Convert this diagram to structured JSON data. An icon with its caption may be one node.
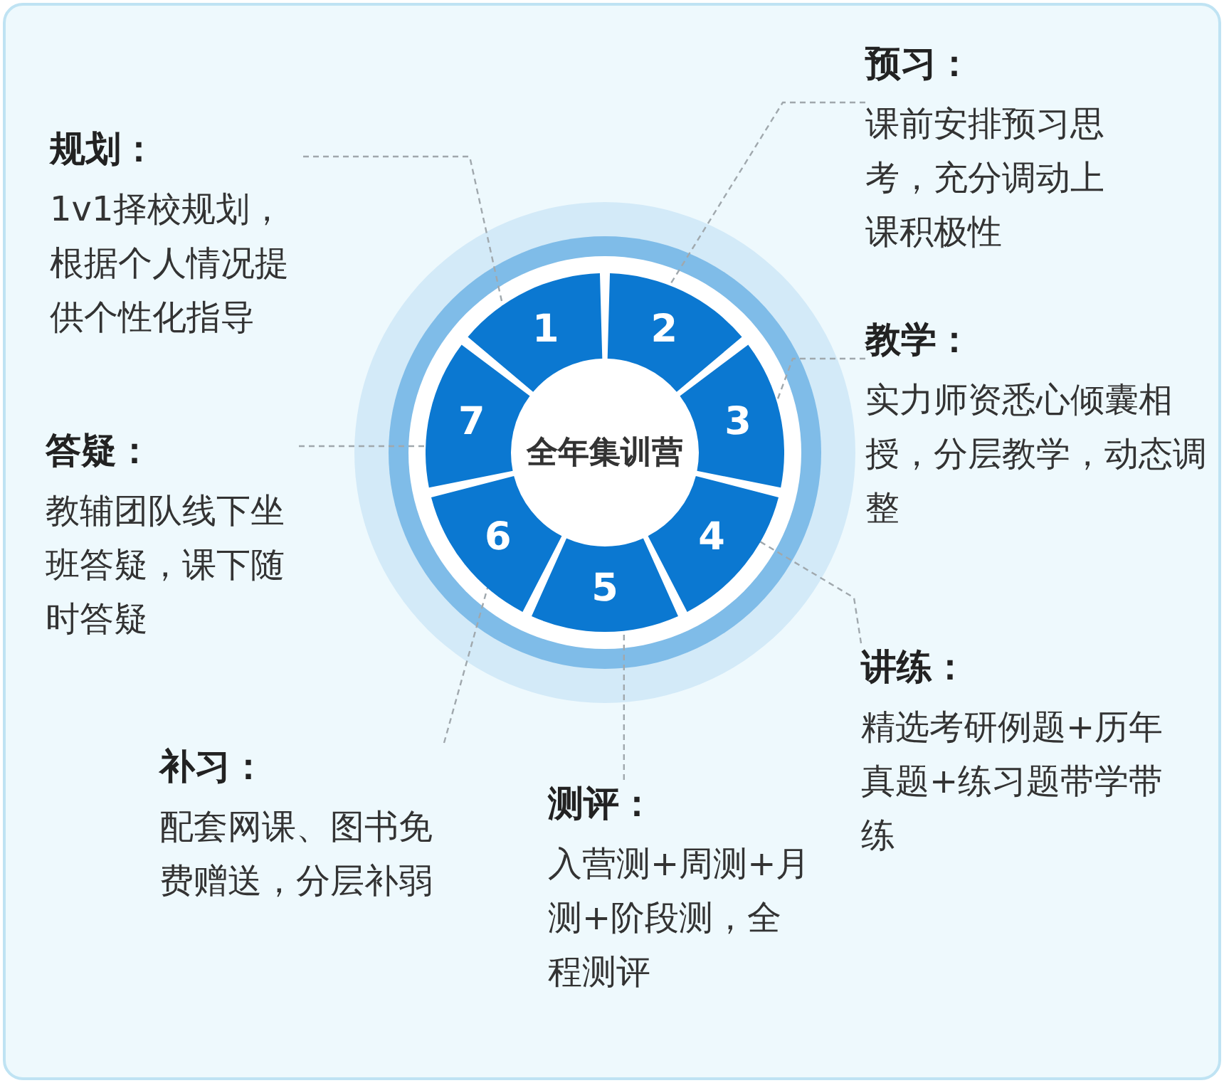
{
  "diagram": {
    "nodes": [
      {
        "text": [
          "全年集训营"
        ]
      },
      {
        "text": [
          "1"
        ]
      },
      {
        "text": [
          "2"
        ]
      },
      {
        "text": [
          "3"
        ]
      },
      {
        "text": [
          "4"
        ]
      },
      {
        "text": [
          "5"
        ]
      },
      {
        "text": [
          "6"
        ]
      },
      {
        "text": [
          "7"
        ]
      },
      {
        "text": [
          "规划：",
          "1v1择校规划，根据个人情况提供个性化指导"
        ]
      },
      {
        "text": [
          "预习：",
          "课前安排预习思考，充分调动上课积极性"
        ]
      },
      {
        "text": [
          "教学：",
          "实力师资悉心倾囊相授，分层教学，动态调整"
        ]
      },
      {
        "text": [
          "答疑：",
          "教辅团队线下坐班答疑，课下随时答疑"
        ]
      },
      {
        "text": [
          "讲练：",
          "精选考研例题+历年真题+练习题带学带练"
        ]
      },
      {
        "text": [
          "补习：",
          "配套网课、图书免费赠送，分层补弱"
        ]
      },
      {
        "text": [
          "测评：",
          "入营测+周测+月测+阶段测，全程测评"
        ]
      }
    ],
    "edges": [
      {
        "from": 8,
        "to": 1,
        "arrow": "none",
        "style": "dashed"
      },
      {
        "from": 9,
        "to": 2,
        "arrow": "none",
        "style": "dashed"
      },
      {
        "from": 10,
        "to": 3,
        "arrow": "none",
        "style": "dashed"
      },
      {
        "from": 11,
        "to": 7,
        "arrow": "none",
        "style": "dashed"
      },
      {
        "from": 12,
        "to": 4,
        "arrow": "none",
        "style": "dashed"
      },
      {
        "from": 13,
        "to": 6,
        "arrow": "none",
        "style": "dashed"
      },
      {
        "from": 14,
        "to": 5,
        "arrow": "none",
        "style": "dashed"
      }
    ]
  }
}
